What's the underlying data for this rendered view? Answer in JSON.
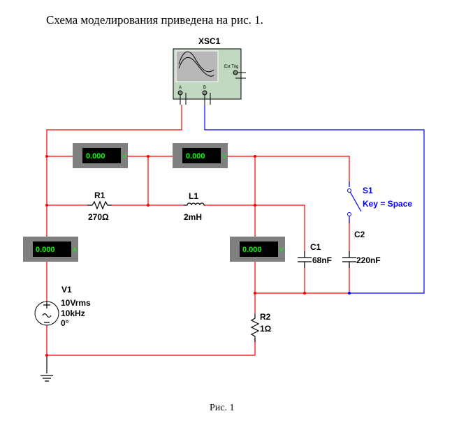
{
  "text": {
    "intro": "Схема моделирования приведена на рис. 1.",
    "caption": "Рис. 1"
  },
  "oscilloscope": {
    "name": "XSC1",
    "channel_a": "A",
    "channel_b": "B",
    "ext_trig": "Ext Trig"
  },
  "meters": [
    {
      "id": "voltmeter-1",
      "value": "0.000",
      "unit": "V"
    },
    {
      "id": "voltmeter-2",
      "value": "0.000",
      "unit": "V"
    },
    {
      "id": "ammeter",
      "value": "0.000",
      "unit": "A"
    },
    {
      "id": "voltmeter-3",
      "value": "0.000",
      "unit": "V"
    }
  ],
  "components": {
    "r1": {
      "name": "R1",
      "value": "270Ω"
    },
    "l1": {
      "name": "L1",
      "value": "2mH"
    },
    "c1": {
      "name": "C1",
      "value": "68nF"
    },
    "c2": {
      "name": "C2",
      "value": "220nF"
    },
    "r2": {
      "name": "R2",
      "value": "1Ω"
    },
    "s1": {
      "name": "S1",
      "key": "Key = Space"
    },
    "v1": {
      "name": "V1",
      "amplitude": "10Vrms",
      "frequency": "10kHz",
      "phase": "0°"
    }
  },
  "colors": {
    "wire": "#ff0000",
    "probe_wire": "#0000ff",
    "meter_body": "#808080",
    "meter_display": "#00ff00"
  }
}
